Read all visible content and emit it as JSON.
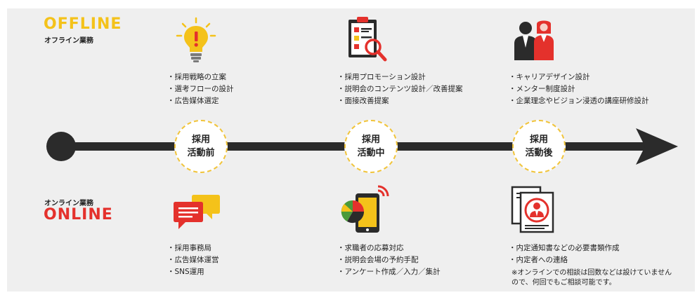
{
  "offline": {
    "en": "OFFLINE",
    "jp": "オフライン業務"
  },
  "online": {
    "en": "ONLINE",
    "jp": "オンライン業務"
  },
  "stages": [
    {
      "line1": "採用",
      "line2": "活動前"
    },
    {
      "line1": "採用",
      "line2": "活動中"
    },
    {
      "line1": "採用",
      "line2": "活動後"
    }
  ],
  "offline_lists": [
    [
      "採用戦略の立案",
      "選考フローの設計",
      "広告媒体選定"
    ],
    [
      "採用プロモーション設計",
      "説明会のコンテンツ設計／改善提案",
      "面接改善提案"
    ],
    [
      "キャリアデザイン設計",
      "メンター制度設計",
      "企業理念やビジョン浸透の講座研修設計"
    ]
  ],
  "online_lists": [
    [
      "採用事務局",
      "広告媒体運営",
      "SNS運用"
    ],
    [
      "求職者の応募対応",
      "説明会会場の予約手配",
      "アンケート作成／入力／集計"
    ],
    [
      "内定通知書などの必要書類作成",
      "内定者への連絡"
    ]
  ],
  "note": "※オンラインでの相談は回数などは設けていませんので、何回でもご相談可能です。",
  "colors": {
    "accent_yellow": "#f4c21a",
    "accent_red": "#e4312c",
    "timeline": "#2b2b2b",
    "background": "#efefef"
  },
  "icons": [
    "lightbulb-icon",
    "clipboard-magnifier-icon",
    "people-icon",
    "chat-bubbles-icon",
    "tablet-chart-icon",
    "document-person-icon"
  ]
}
